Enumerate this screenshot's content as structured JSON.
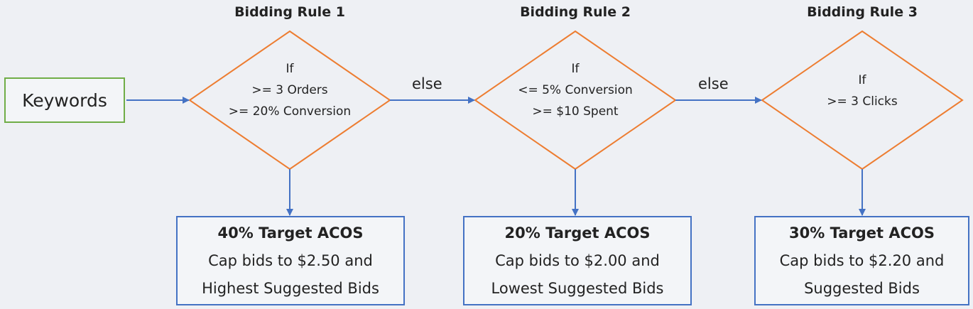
{
  "colors": {
    "background": "#eef0f4",
    "diamond_border": "#ed7d31",
    "arrow": "#4472c4",
    "result_border": "#4472c4",
    "keywords_border": "#70ad47"
  },
  "start": {
    "label": "Keywords"
  },
  "connector_label": "else",
  "rules": [
    {
      "title": "Bidding Rule 1",
      "condition": {
        "if": "If",
        "lines": [
          ">= 3 Orders",
          ">= 20% Conversion"
        ]
      },
      "result": {
        "acos": "40% Target ACOS",
        "line1": "Cap bids to $2.50 and",
        "line2": "Highest Suggested Bids"
      }
    },
    {
      "title": "Bidding Rule 2",
      "condition": {
        "if": "If",
        "lines": [
          "<= 5% Conversion",
          ">= $10 Spent"
        ]
      },
      "result": {
        "acos": "20% Target ACOS",
        "line1": "Cap bids to $2.00 and",
        "line2": "Lowest Suggested Bids"
      }
    },
    {
      "title": "Bidding Rule 3",
      "condition": {
        "if": "If",
        "lines": [
          ">= 3 Clicks"
        ]
      },
      "result": {
        "acos": "30% Target ACOS",
        "line1": "Cap bids to $2.20 and",
        "line2": "Suggested Bids"
      }
    }
  ]
}
